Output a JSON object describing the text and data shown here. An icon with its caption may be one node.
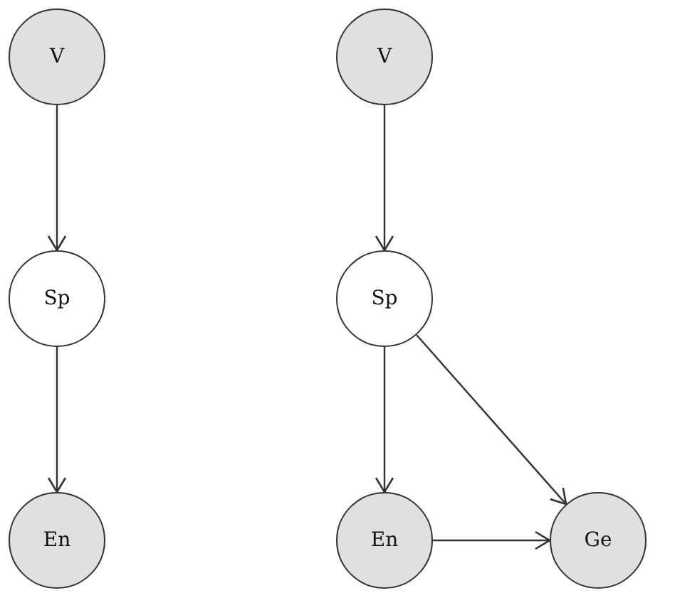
{
  "diagram": {
    "nodes": [
      {
        "text": [
          "V"
        ]
      },
      {
        "text": [
          "Sp"
        ]
      },
      {
        "text": [
          "En"
        ]
      },
      {
        "text": [
          "V"
        ]
      },
      {
        "text": [
          "Sp"
        ]
      },
      {
        "text": [
          "En"
        ]
      },
      {
        "text": [
          "Ge"
        ]
      }
    ],
    "edges": [
      {
        "from": 0,
        "to": 1,
        "arrow": "to"
      },
      {
        "from": 1,
        "to": 2,
        "arrow": "to"
      },
      {
        "from": 3,
        "to": 4,
        "arrow": "to"
      },
      {
        "from": 4,
        "to": 5,
        "arrow": "to"
      },
      {
        "from": 4,
        "to": 6,
        "arrow": "to"
      },
      {
        "from": 5,
        "to": 6,
        "arrow": "to"
      }
    ]
  }
}
